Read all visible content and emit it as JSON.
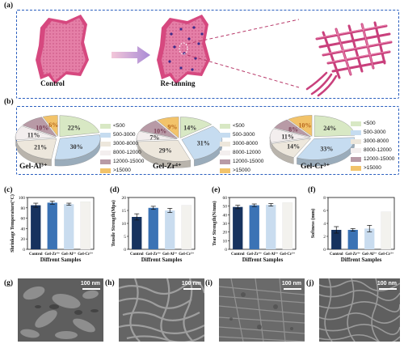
{
  "panel_labels": [
    "(a)",
    "(b)",
    "(c)",
    "(d)",
    "(e)",
    "(f)",
    "(g)",
    "(h)",
    "(i)",
    "(j)"
  ],
  "panel_a": {
    "control_label": "Control",
    "retanning_label": "Re-tanning"
  },
  "pie_legend": [
    "<500",
    "500-3000",
    "3000-8000",
    "8000-12000",
    "12000-15000",
    ">15000"
  ],
  "pie_colors": [
    "#d8e8c4",
    "#c6dcf0",
    "#ede7dc",
    "#f3eeee",
    "#b89aa6",
    "#f2c36a"
  ],
  "sem_scale": "100 nm",
  "chart_data": [
    {
      "type": "pie",
      "title": "Gel-Al³⁺",
      "categories": [
        "<500",
        "500-3000",
        "3000-8000",
        "8000-12000",
        "12000-15000",
        ">15000"
      ],
      "values": [
        22,
        30,
        21,
        11,
        10,
        6
      ]
    },
    {
      "type": "pie",
      "title": "Gel-Zr⁴⁺",
      "categories": [
        "<500",
        "500-3000",
        "3000-8000",
        "8000-12000",
        "12000-15000",
        ">15000"
      ],
      "values": [
        14,
        31,
        29,
        7,
        10,
        9
      ]
    },
    {
      "type": "pie",
      "title": "Gel-Cr³⁺",
      "categories": [
        "<500",
        "500-3000",
        "3000-8000",
        "8000-12000",
        "12000-15000",
        ">15000"
      ],
      "values": [
        24,
        33,
        14,
        11,
        8,
        10
      ]
    },
    {
      "type": "bar",
      "xlabel": "Diffrent Samples",
      "ylabel": "Shrinkage Temperature(°C)",
      "categories": [
        "Control",
        "Gel-Zr⁴⁺",
        "Gel-Al³⁺",
        "Gel-Cr³⁺"
      ],
      "values": [
        85,
        90,
        87,
        92
      ],
      "errors": [
        4,
        3,
        2,
        0
      ],
      "ylim": [
        0,
        100
      ],
      "yticks": [
        0,
        20,
        40,
        60,
        80,
        100
      ],
      "colors": [
        "#16325e",
        "#3b73b5",
        "#c9dcef",
        "#f3f2ee"
      ]
    },
    {
      "type": "bar",
      "xlabel": "Diffrent Samples",
      "ylabel": "Tensile Strength(Mpa)",
      "categories": [
        "Control",
        "Gel-Zr⁴⁺",
        "Gel-Al³⁺",
        "Gel-Cr³⁺"
      ],
      "values": [
        12.5,
        16,
        15,
        17
      ],
      "errors": [
        1.2,
        0.6,
        0.8,
        0
      ],
      "ylim": [
        0,
        20
      ],
      "yticks": [
        0,
        5,
        10,
        15,
        20
      ],
      "colors": [
        "#16325e",
        "#3b73b5",
        "#c9dcef",
        "#f3f2ee"
      ]
    },
    {
      "type": "bar",
      "xlabel": "Diffrent Samples",
      "ylabel": "Tear Strength(N/mm)",
      "categories": [
        "Control",
        "Gel-Zr⁴⁺",
        "Gel-Al³⁺",
        "Gel-Cr³⁺"
      ],
      "values": [
        49,
        51,
        51.5,
        54
      ],
      "errors": [
        2,
        1.5,
        1.5,
        0
      ],
      "ylim": [
        0,
        60
      ],
      "yticks": [
        0,
        10,
        20,
        30,
        40,
        50,
        60
      ],
      "colors": [
        "#16325e",
        "#3b73b5",
        "#c9dcef",
        "#f3f2ee"
      ]
    },
    {
      "type": "bar",
      "xlabel": "Diffrent Samples",
      "ylabel": "Softness (mm)",
      "categories": [
        "Control",
        "Gel-Zr⁴⁺",
        "Gel-Al³⁺",
        "Gel-Cr³⁺"
      ],
      "values": [
        3.0,
        3.0,
        3.2,
        5.8
      ],
      "errors": [
        0.5,
        0.2,
        0.5,
        0
      ],
      "ylim": [
        0,
        8
      ],
      "yticks": [
        0,
        2,
        4,
        6,
        8
      ],
      "colors": [
        "#16325e",
        "#3b73b5",
        "#c9dcef",
        "#f3f2ee"
      ]
    }
  ]
}
